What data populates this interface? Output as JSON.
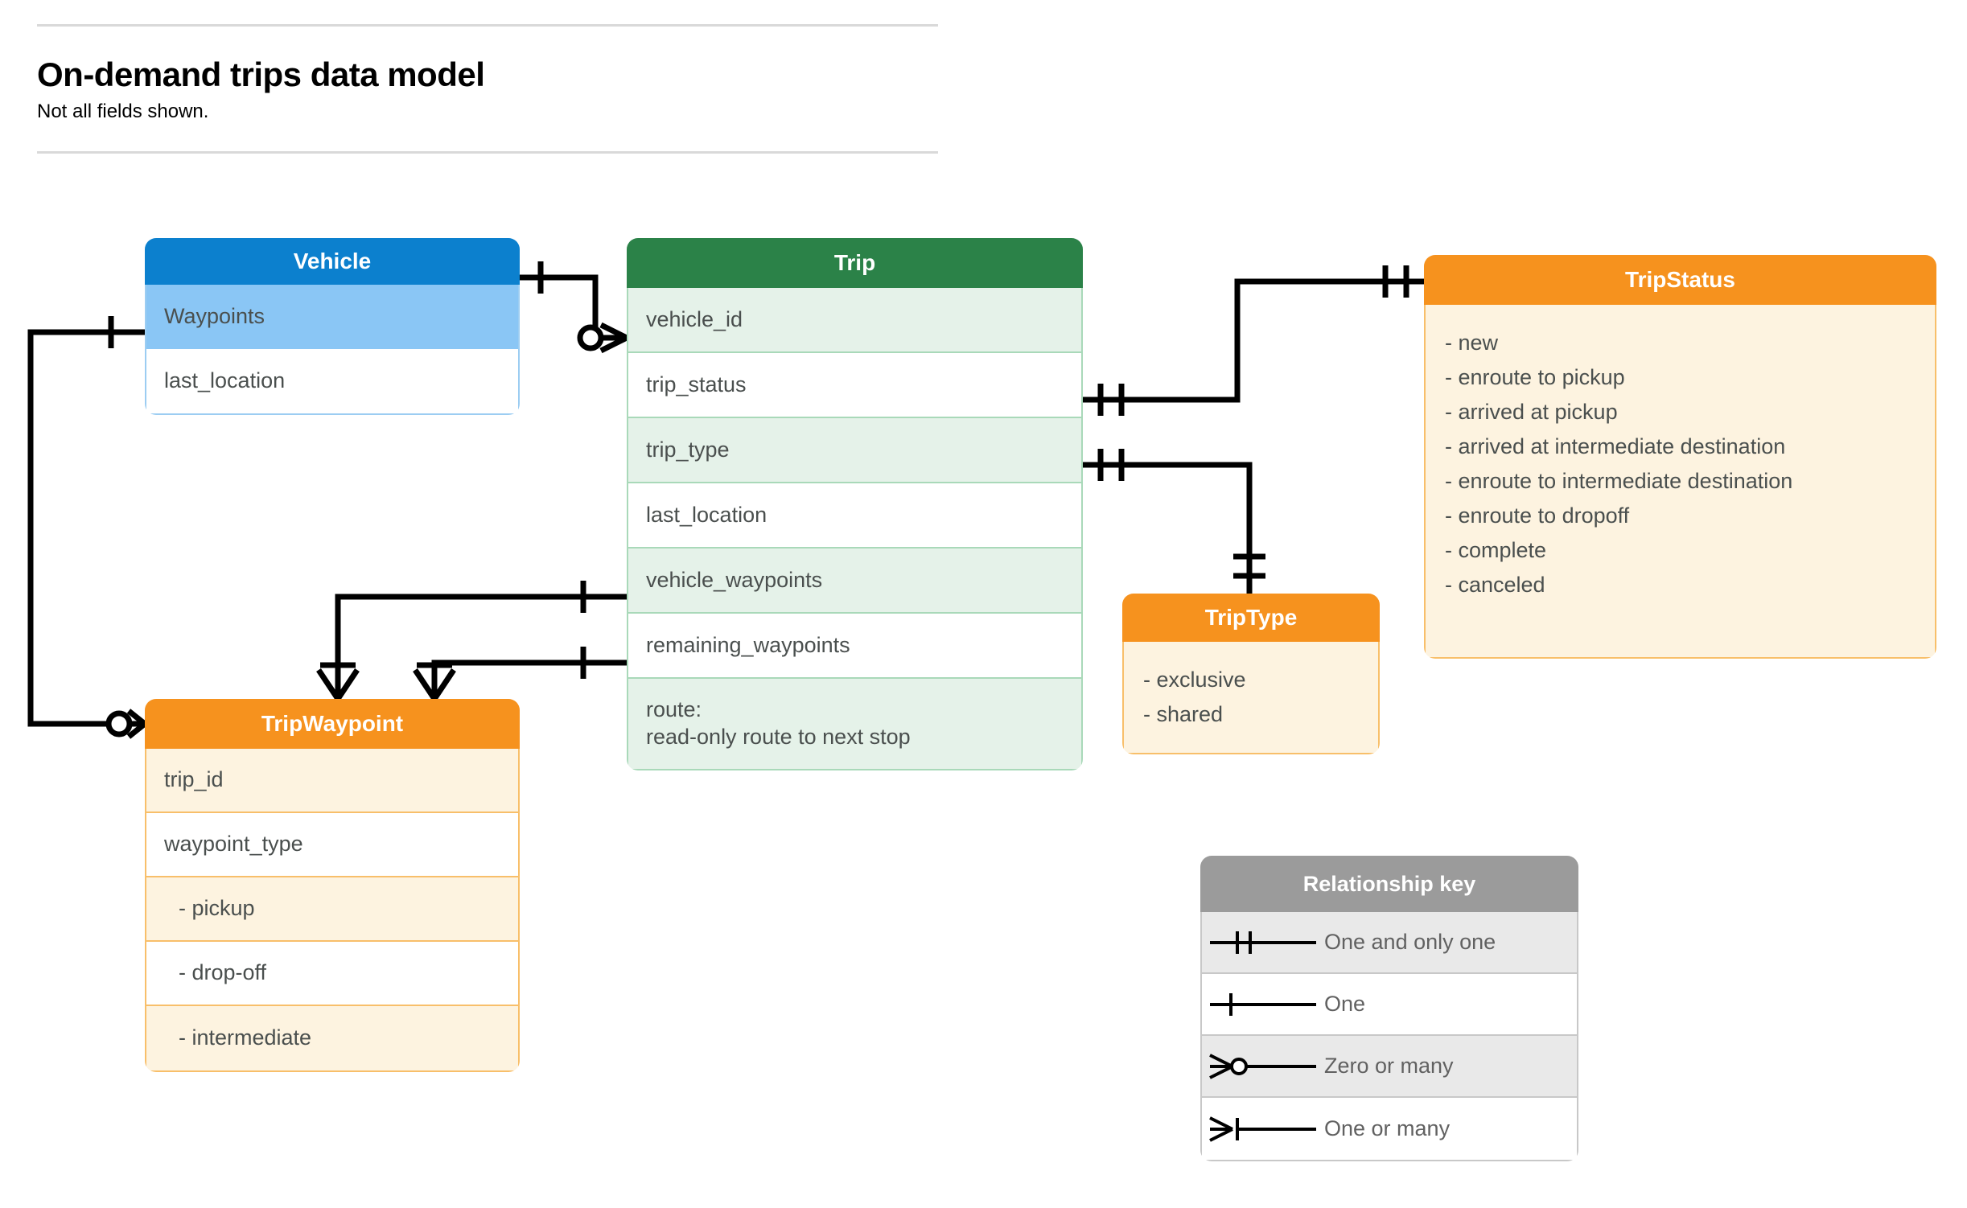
{
  "header": {
    "title": "On-demand trips data model",
    "subtitle": "Not all fields shown."
  },
  "colors": {
    "vehicle_header": "#0c80ce",
    "vehicle_row_highlight": "#8ac6f5",
    "trip_header": "#2b8248",
    "trip_row_highlight": "#e5f2e9",
    "orange_header": "#f6921e",
    "orange_row_highlight": "#fdf3e0",
    "legend_header": "#9b9b9b",
    "legend_row_highlight": "#e9e9e9",
    "connector": "#000000"
  },
  "entities": {
    "vehicle": {
      "title": "Vehicle",
      "fields": [
        {
          "label": "Waypoints",
          "highlight": true
        },
        {
          "label": "last_location",
          "highlight": false
        }
      ]
    },
    "trip": {
      "title": "Trip",
      "fields": [
        {
          "label": "vehicle_id",
          "highlight": true
        },
        {
          "label": "trip_status",
          "highlight": false
        },
        {
          "label": "trip_type",
          "highlight": true
        },
        {
          "label": "last_location",
          "highlight": false
        },
        {
          "label": "vehicle_waypoints",
          "highlight": true
        },
        {
          "label": "remaining_waypoints",
          "highlight": false
        }
      ],
      "route_field": {
        "line1": "route:",
        "line2": "read-only route to next stop",
        "highlight": true
      }
    },
    "trip_status": {
      "title": "TripStatus",
      "values": [
        "- new",
        "- enroute to pickup",
        "- arrived at pickup",
        "- arrived at intermediate destination",
        "- enroute to intermediate destination",
        "- enroute to dropoff",
        "- complete",
        "- canceled"
      ]
    },
    "trip_type": {
      "title": "TripType",
      "values": [
        "- exclusive",
        "- shared"
      ]
    },
    "trip_waypoint": {
      "title": "TripWaypoint",
      "fields": [
        {
          "label": "trip_id",
          "highlight": true,
          "indent": false
        },
        {
          "label": "waypoint_type",
          "highlight": false,
          "indent": false
        },
        {
          "label": "-  pickup",
          "highlight": true,
          "indent": true
        },
        {
          "label": "-  drop-off",
          "highlight": false,
          "indent": true
        },
        {
          "label": "-  intermediate",
          "highlight": true,
          "indent": true
        }
      ]
    }
  },
  "legend": {
    "title": "Relationship key",
    "rows": [
      {
        "symbol": "one-and-only-one-icon",
        "label": "One and only one",
        "highlight": true
      },
      {
        "symbol": "one-icon",
        "label": "One",
        "highlight": false
      },
      {
        "symbol": "zero-or-many-icon",
        "label": "Zero or many",
        "highlight": true
      },
      {
        "symbol": "one-or-many-icon",
        "label": "One or many",
        "highlight": false
      }
    ]
  },
  "relationships": [
    {
      "from": "Vehicle",
      "to": "Trip.vehicle_id",
      "from_cardinality": "One",
      "to_cardinality": "Zero or many"
    },
    {
      "from": "Trip.trip_status",
      "to": "TripStatus",
      "from_cardinality": "One and only one",
      "to_cardinality": "One and only one"
    },
    {
      "from": "Trip.trip_type",
      "to": "TripType",
      "from_cardinality": "One and only one",
      "to_cardinality": "One and only one"
    },
    {
      "from": "Trip.vehicle_waypoints",
      "to": "TripWaypoint",
      "from_cardinality": "One",
      "to_cardinality": "One or many"
    },
    {
      "from": "Trip.remaining_waypoints",
      "to": "TripWaypoint",
      "from_cardinality": "One",
      "to_cardinality": "One or many"
    },
    {
      "from": "Vehicle.Waypoints",
      "to": "TripWaypoint",
      "from_cardinality": "One",
      "to_cardinality": "Zero or many"
    }
  ]
}
